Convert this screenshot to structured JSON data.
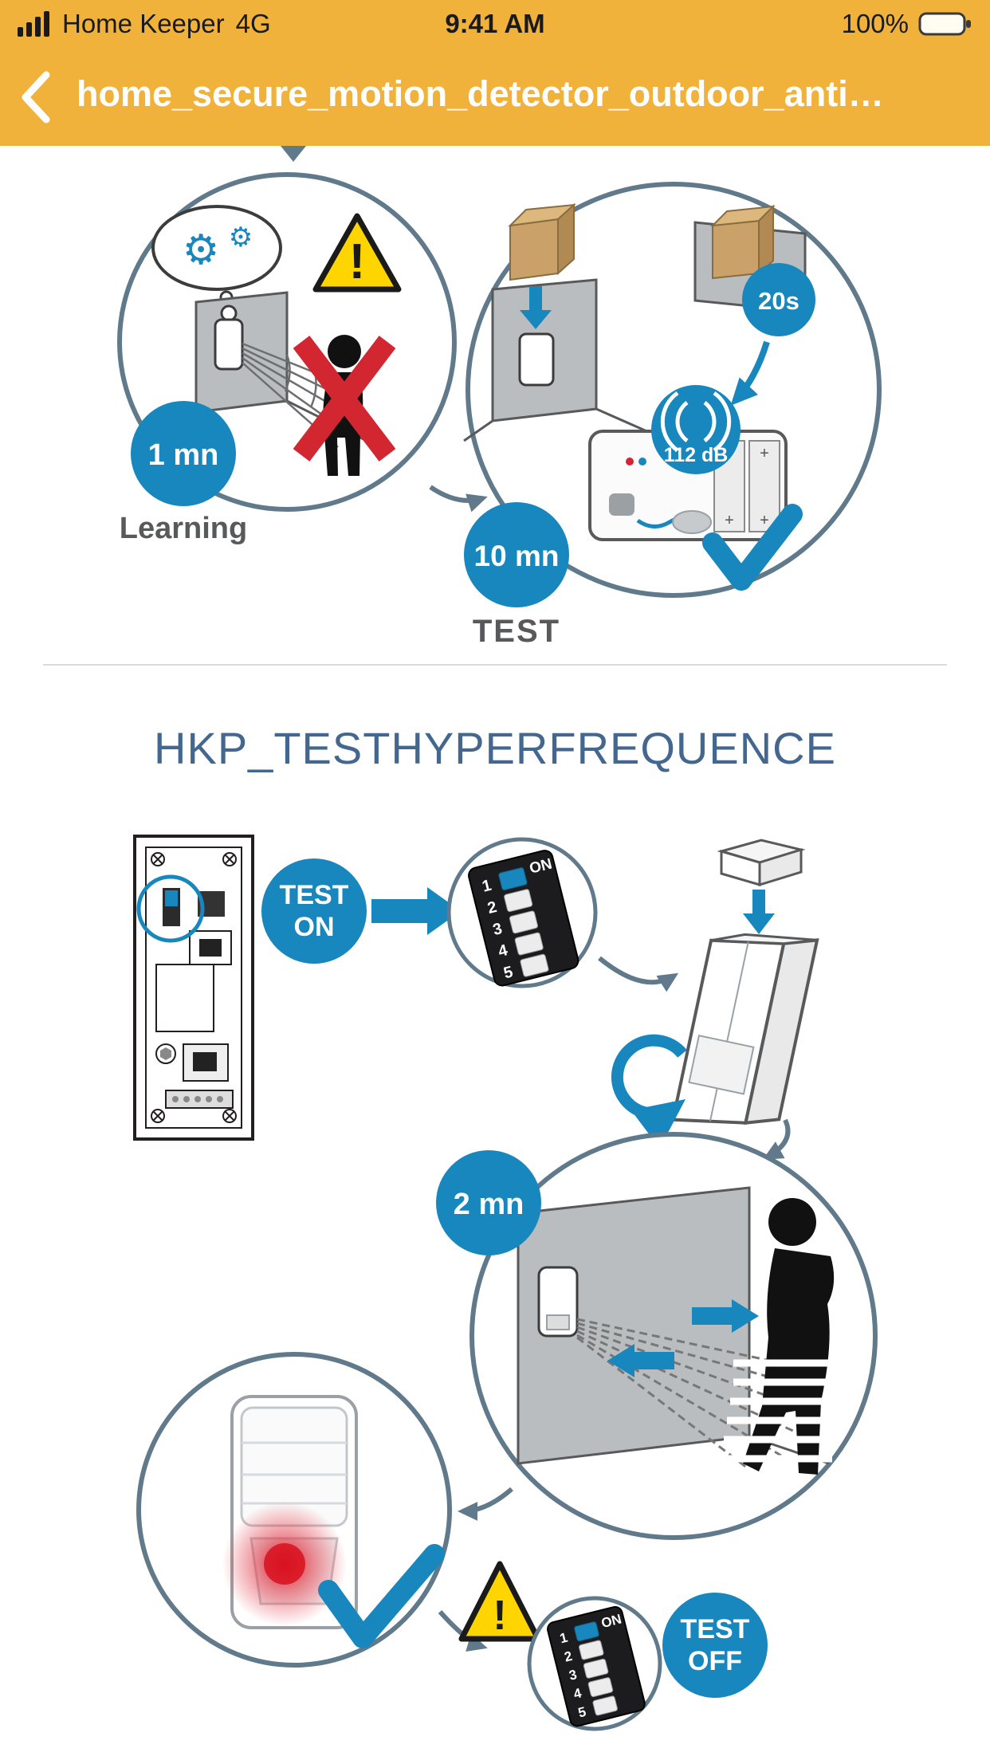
{
  "colors": {
    "header_yellow": "#F1B23C",
    "accent_blue": "#1787BE",
    "circle_outline": "#607A8B",
    "section_title_color": "#44678F",
    "warning_yellow": "#FFD500",
    "error_red": "#D22630"
  },
  "icons": {
    "gear": "⚙",
    "exclamation": "!",
    "plus": "+"
  },
  "status_bar": {
    "carrier": "Home Keeper",
    "network": "4G",
    "time": "9:41 AM",
    "battery": "100%"
  },
  "nav_bar": {
    "title": "home_secure_motion_detector_outdoor_anti…"
  },
  "doc": {
    "learning": {
      "badge": "1 mn",
      "caption": "Learning"
    },
    "siren_test": {
      "badge_delay": "20s",
      "siren_level": "112 dB",
      "badge_duration": "10 mn",
      "caption": "TEST"
    },
    "title": "HKP_TESTHYPERFREQUENCE",
    "test_on": {
      "l1": "TEST",
      "l2": "ON"
    },
    "test_off": {
      "l1": "TEST",
      "l2": "OFF"
    },
    "dip": {
      "on": "ON",
      "n1": "1",
      "n2": "2",
      "n3": "3",
      "n4": "4",
      "n5": "5"
    },
    "walk": {
      "badge": "2 mn"
    }
  }
}
